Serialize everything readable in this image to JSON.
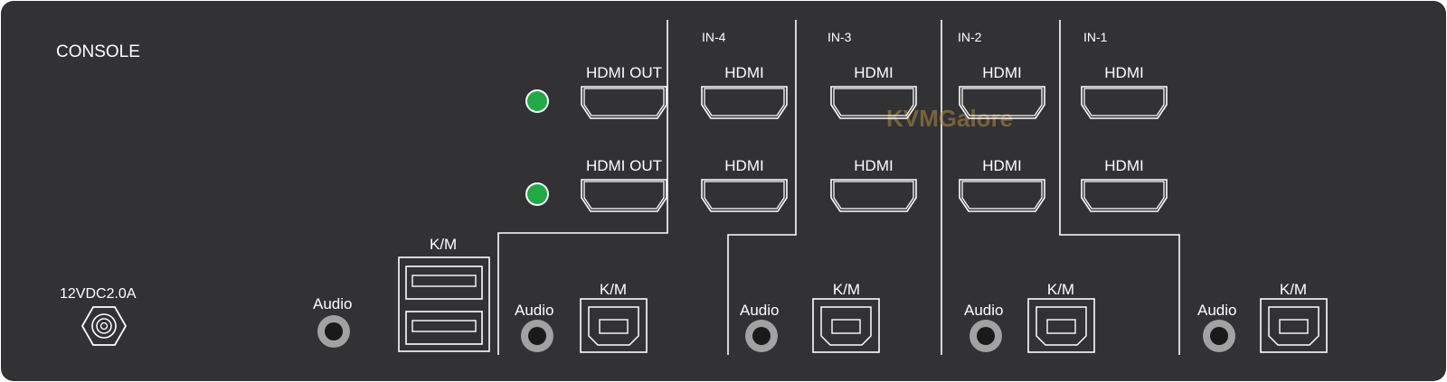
{
  "panel": {
    "section_label": "CONSOLE",
    "power_label": "12VDC2.0A",
    "watermark": "KVMGalore",
    "colors": {
      "panel": "#323235",
      "line": "#ffffff",
      "led": "#1faa46",
      "audio_ring": "#a2a2a2",
      "watermark": "#b58a43"
    }
  },
  "console": {
    "outputs": [
      {
        "label": "HDMI OUT",
        "led": "green"
      },
      {
        "label": "HDMI OUT",
        "led": "green"
      }
    ],
    "km_label": "K/M",
    "audio_label": "Audio"
  },
  "inputs": [
    {
      "name": "IN-4",
      "hdmi": [
        "HDMI",
        "HDMI"
      ],
      "audio_label": "Audio",
      "km_label": "K/M"
    },
    {
      "name": "IN-3",
      "hdmi": [
        "HDMI",
        "HDMI"
      ],
      "audio_label": "Audio",
      "km_label": "K/M"
    },
    {
      "name": "IN-2",
      "hdmi": [
        "HDMI",
        "HDMI"
      ],
      "audio_label": "Audio",
      "km_label": "K/M"
    },
    {
      "name": "IN-1",
      "hdmi": [
        "HDMI",
        "HDMI"
      ],
      "audio_label": "Audio",
      "km_label": "K/M"
    }
  ]
}
